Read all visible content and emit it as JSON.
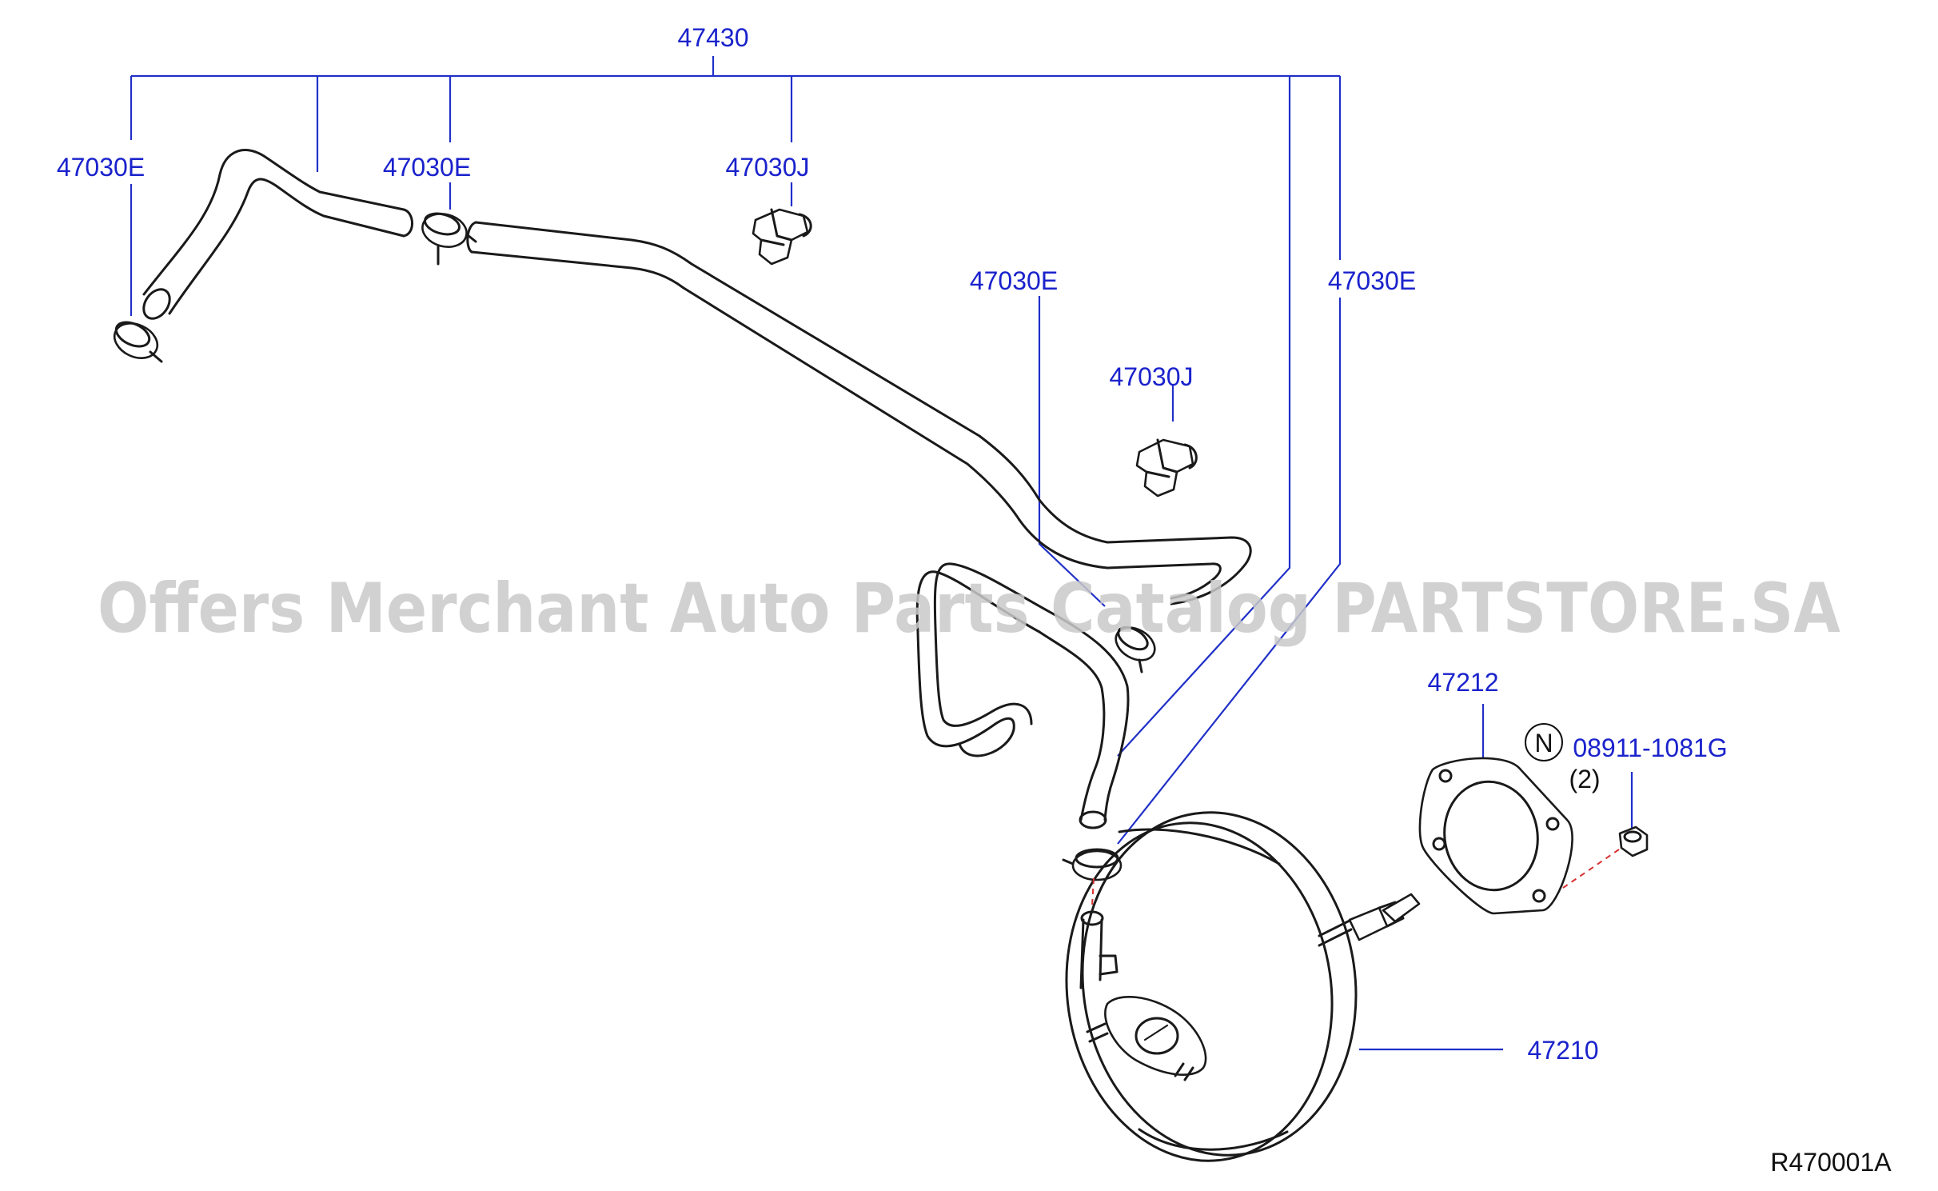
{
  "diagram": {
    "labels": {
      "assembly": "47430",
      "hose_clamp_left_top": "47030E",
      "hose_clamp_center_top": "47030E",
      "clip_top": "47030J",
      "hose_clamp_mid": "47030E",
      "hose_clamp_right": "47030E",
      "clip_mid": "47030J",
      "gasket": "47212",
      "nut_marker": "N",
      "nut_part": "08911-1081G",
      "nut_qty": "(2)",
      "booster": "47210",
      "figure_code": "R470001A"
    },
    "watermark": "Offers Merchant Auto Parts Catalog PARTSTORE.SA",
    "colors": {
      "label": "#1a22cc",
      "leader": "#2030c8",
      "linework": "#1a1a1a",
      "watermark": "#c9c9c9",
      "centerline": "#d83030"
    }
  }
}
